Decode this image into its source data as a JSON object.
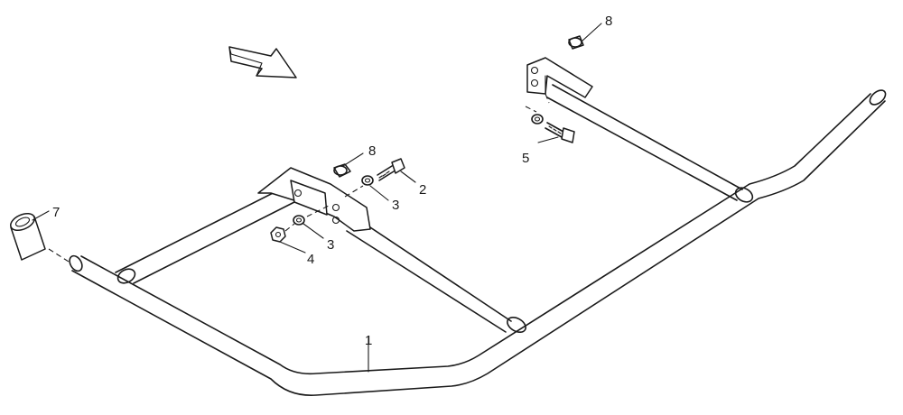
{
  "diagram": {
    "callouts": [
      {
        "id": "frame",
        "label": "1"
      },
      {
        "id": "bolt-left",
        "label": "2"
      },
      {
        "id": "washer-upper-left",
        "label": "3"
      },
      {
        "id": "washer-lower-left",
        "label": "3"
      },
      {
        "id": "nut-left",
        "label": "4"
      },
      {
        "id": "bolt-right",
        "label": "5"
      },
      {
        "id": "end-cap",
        "label": "7"
      },
      {
        "id": "cap-nut-left",
        "label": "8"
      },
      {
        "id": "cap-nut-right",
        "label": "8"
      }
    ]
  }
}
